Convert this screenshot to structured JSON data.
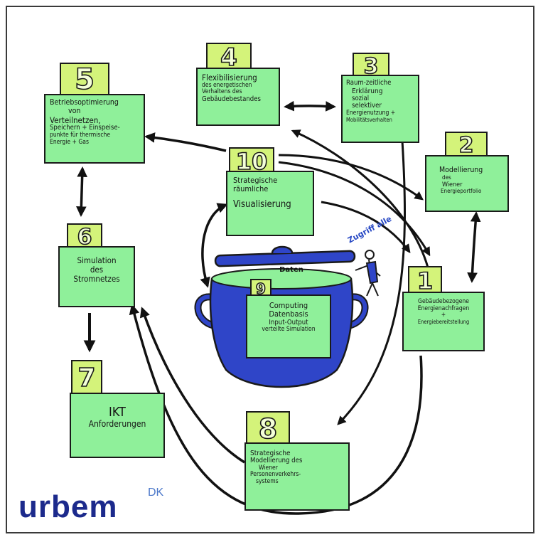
{
  "brand": {
    "name": "urbem",
    "suffix": "DK",
    "color": "#1c2a8c"
  },
  "colors": {
    "box": "#8ff09a",
    "tab": "#d4f37a",
    "pot": "#2f45c8",
    "outline": "#1a1a1a"
  },
  "pot": {
    "lid_label": "Daten",
    "access_label": "Zugriff alle"
  },
  "nodes": [
    {
      "id": "5",
      "number": "5",
      "lines": [
        "Betriebsoptimierung",
        "von",
        "Verteilnetzen,",
        "Speichern + Einspeise-",
        "punkte für thermische",
        "Energie + Gas"
      ]
    },
    {
      "id": "4",
      "number": "4",
      "lines": [
        "Flexibilisierung",
        "des energetischen",
        "Verhaltens des",
        "Gebäudebestandes"
      ]
    },
    {
      "id": "3",
      "number": "3",
      "lines": [
        "Raum-zeitliche",
        "Erklärung",
        "sozial",
        "selektiver",
        "Energienutzung +",
        "Mobilitätsverhalten"
      ]
    },
    {
      "id": "2",
      "number": "2",
      "lines": [
        "Modellierung",
        "des",
        "Wiener",
        "Energieportfolio"
      ]
    },
    {
      "id": "10",
      "number": "10",
      "lines": [
        "Strategische",
        "räumliche",
        "Visualisierung"
      ]
    },
    {
      "id": "6",
      "number": "6",
      "lines": [
        "Simulation",
        "des",
        "Stromnetzes"
      ]
    },
    {
      "id": "9",
      "number": "9",
      "lines": [
        "Computing",
        "Datenbasis",
        "Input-Output",
        "verteilte Simulation"
      ]
    },
    {
      "id": "1",
      "number": "1",
      "lines": [
        "Gebäudebezogene",
        "Energienachfragen",
        "+",
        "Energiebereitstellung"
      ]
    },
    {
      "id": "7",
      "number": "7",
      "lines": [
        "IKT",
        "Anforderungen"
      ]
    },
    {
      "id": "8",
      "number": "8",
      "lines": [
        "Strategische",
        "Modellierung des",
        "Wiener",
        "Personenverkehrs-",
        "systems"
      ]
    }
  ],
  "edges": [
    {
      "from": "5",
      "to": "6",
      "bidirectional": true
    },
    {
      "from": "4",
      "to": "3",
      "bidirectional": true
    },
    {
      "from": "2",
      "to": "1",
      "bidirectional": true
    },
    {
      "from": "6",
      "to": "7",
      "bidirectional": false
    },
    {
      "from": "10",
      "to": "5",
      "bidirectional": false
    },
    {
      "from": "10",
      "to": "2",
      "bidirectional": false
    },
    {
      "from": "10",
      "to": "1",
      "bidirectional": false
    },
    {
      "from": "10",
      "to": "9",
      "bidirectional": true
    },
    {
      "from": "3",
      "to": "8",
      "bidirectional": false
    },
    {
      "from": "8",
      "to": "6",
      "bidirectional": false
    },
    {
      "from": "1",
      "to": "6",
      "bidirectional": false
    },
    {
      "from": "1",
      "to": "4",
      "bidirectional": false
    }
  ]
}
